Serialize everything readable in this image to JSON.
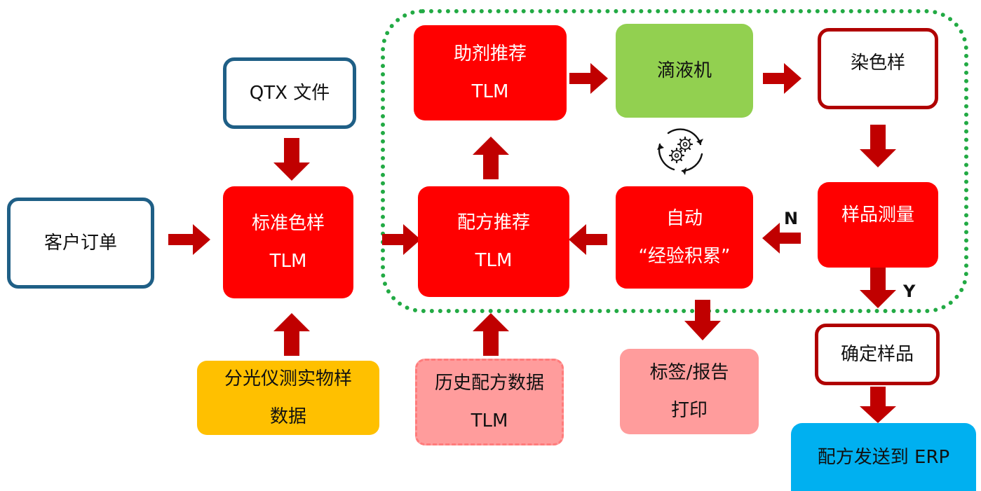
{
  "nodes": {
    "customer_order": "客户订单",
    "qtx_file": "QTX 文件",
    "standard_sample": "标准色样",
    "standard_sample_sub": "TLM",
    "spectro_data_line1": "分光仪测实物样",
    "spectro_data_line2": "数据",
    "formula_recommend": "配方推荐",
    "formula_recommend_sub": "TLM",
    "history_formula": "历史配方数据",
    "history_formula_sub": "TLM",
    "auxiliary_recommend": "助剂推荐",
    "auxiliary_recommend_sub": "TLM",
    "dispenser": "滴液机",
    "dyed_sample": "染色样",
    "sample_measure": "样品测量",
    "auto_line1": "自动",
    "auto_line2": "“经验积累”",
    "label_report_line1": "标签/报告",
    "label_report_line2": "打印",
    "confirm_sample": "确定样品",
    "send_erp": "配方发送到 ERP"
  },
  "edge_labels": {
    "no": "N",
    "yes": "Y"
  },
  "colors": {
    "arrow": "#c00000",
    "solid_red": "#ff0000",
    "outline_red": "#b00000",
    "outline_blue": "#1f5f86",
    "green": "#92d050",
    "orange": "#ffc000",
    "pink": "#ff9c9c",
    "cyan": "#00b0f0",
    "loop_border": "#22aa44"
  },
  "icons": {
    "cycle": "gear-cycle-icon"
  }
}
